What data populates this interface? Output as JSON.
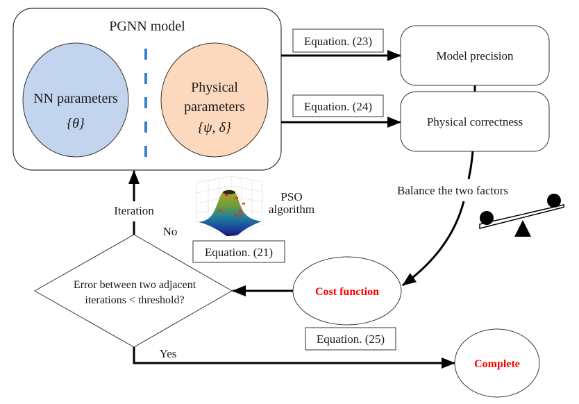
{
  "pgnn_model": {
    "title": "PGNN model",
    "nn_parameters": {
      "label": "NN parameters",
      "symbol": "{θ}",
      "color": "#c2d4ee"
    },
    "physical_parameters": {
      "label_line1": "Physical",
      "label_line2": "parameters",
      "symbol": "{ψ, δ}",
      "color": "#fcd8bd"
    },
    "divider_color": "#3a7fd0"
  },
  "edges": {
    "eq23": "Equation. (23)",
    "eq24": "Equation. (24)",
    "eq21": "Equation. (21)",
    "eq25": "Equation. (25)",
    "balance": "Balance the two factors",
    "iteration": "Iteration",
    "no": "No",
    "yes": "Yes"
  },
  "nodes": {
    "model_precision": "Model precision",
    "physical_correctness": "Physical correctness",
    "cost_function": "Cost function",
    "complete": "Complete",
    "decision_line1": "Error between two adjacent",
    "decision_line2": "iterations < threshold?"
  },
  "pso": {
    "label_line1": "PSO",
    "label_line2": "algorithm",
    "icon": "3d-surface-plot-icon"
  },
  "balance_icon": "seesaw-icon",
  "colors": {
    "highlight_text": "#ff0000",
    "line": "#000000"
  }
}
